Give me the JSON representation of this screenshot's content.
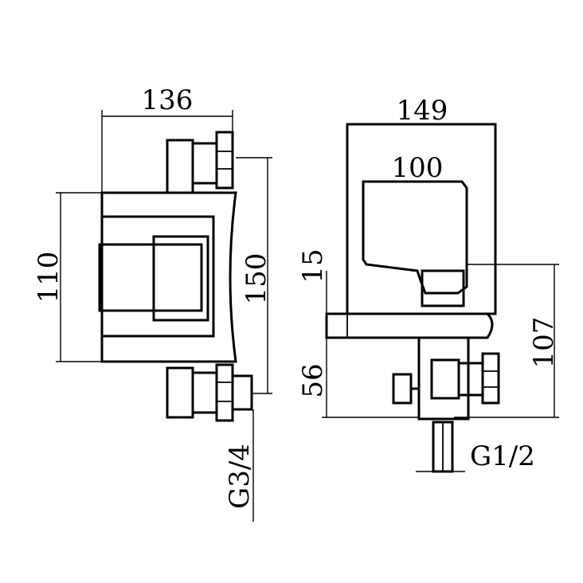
{
  "left_view": {
    "width_label": "136",
    "height_label": "110",
    "overall_label": "150",
    "thread_label": "G3/4"
  },
  "right_view": {
    "width_label": "149",
    "handle_label": "100",
    "step_label": "15",
    "height_label": "107",
    "lower_label": "56",
    "thread_label": "G1/2"
  },
  "colors": {
    "line": "#000000",
    "background": "#ffffff"
  }
}
